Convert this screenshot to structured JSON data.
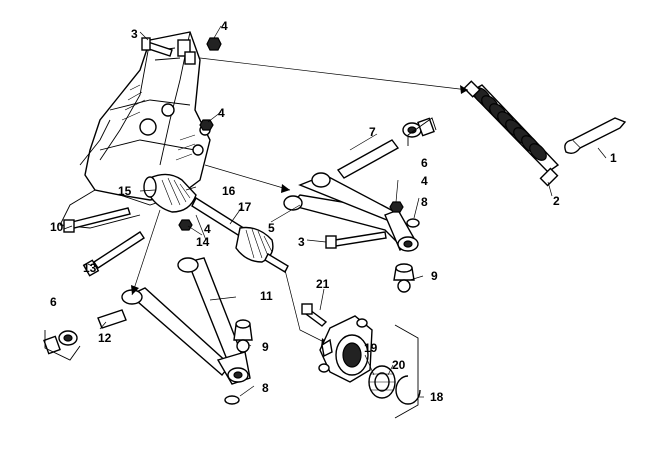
{
  "callouts": {
    "c1": "1",
    "c2": "2",
    "c3a": "3",
    "c3b": "3",
    "c4a": "4",
    "c4b": "4",
    "c4c": "4",
    "c4d": "4",
    "c5": "5",
    "c6a": "6",
    "c6b": "6",
    "c7": "7",
    "c8a": "8",
    "c8b": "8",
    "c9a": "9",
    "c9b": "9",
    "c10": "10",
    "c11": "11",
    "c12": "12",
    "c13": "13",
    "c14": "14",
    "c15": "15",
    "c16": "16",
    "c17": "17",
    "c18": "18",
    "c19": "19",
    "c20": "20",
    "c21": "21"
  }
}
